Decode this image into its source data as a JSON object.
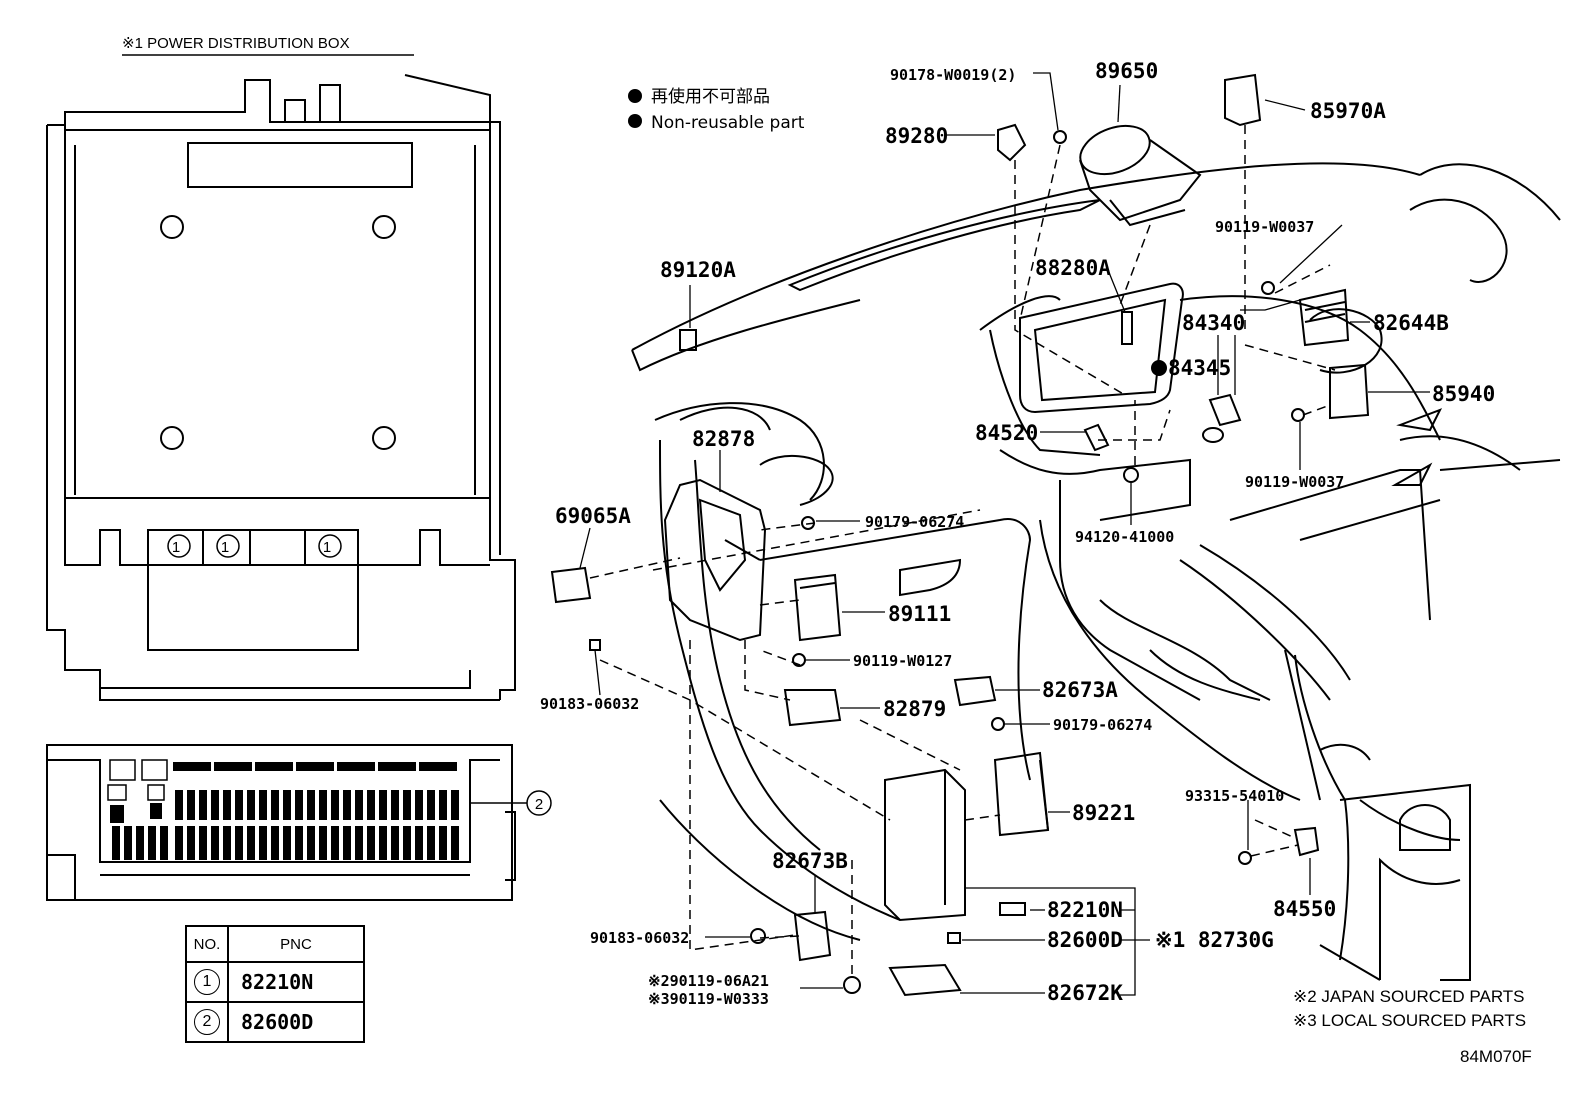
{
  "header": {
    "pdb_title": "※1  POWER DISTRIBUTION BOX",
    "figure_id": "84M070F"
  },
  "legend": {
    "jp_text": "再使用不可部品",
    "en_text": "Non-reusable part"
  },
  "notes": {
    "japan": "※2 JAPAN SOURCED PARTS",
    "local": "※3 LOCAL SOURCED PARTS"
  },
  "fuse_box": {
    "slot_marker": "1",
    "callout_marker": "2"
  },
  "pnc_table": {
    "header_no": "NO.",
    "header_pnc": "PNC",
    "rows": [
      {
        "no": "1",
        "pnc": "82210N"
      },
      {
        "no": "2",
        "pnc": "82600D"
      }
    ]
  },
  "parts": {
    "p89650": "89650",
    "p90178": "90178-W0019(2)",
    "p89280": "89280",
    "p85970A": "85970A",
    "p90119_w0037_a": "90119-W0037",
    "p89120A": "89120A",
    "p88280A": "88280A",
    "p84340": "84340",
    "p82644B": "82644B",
    "p84345": "84345",
    "p85940": "85940",
    "p84520": "84520",
    "p90119_w0037_b": "90119-W0037",
    "p82878": "82878",
    "p69065A": "69065A",
    "p90179_06274_a": "90179-06274",
    "p94120": "94120-41000",
    "p89111": "89111",
    "p90119_w0127": "90119-W0127",
    "p90183_06032_a": "90183-06032",
    "p82879": "82879",
    "p82673A": "82673A",
    "p90179_06274_b": "90179-06274",
    "p93315": "93315-54010",
    "p89221": "89221",
    "p82673B": "82673B",
    "p84550": "84550",
    "p82210N": "82210N",
    "p90183_06032_b": "90183-06032",
    "p82600D": "82600D",
    "p82730G": "※1 82730G",
    "p90119_06A21": "※290119-06A21",
    "p90119_W0333": "※390119-W0333",
    "p82672K": "82672K"
  },
  "colors": {
    "ink": "#000000",
    "paper": "#ffffff"
  }
}
